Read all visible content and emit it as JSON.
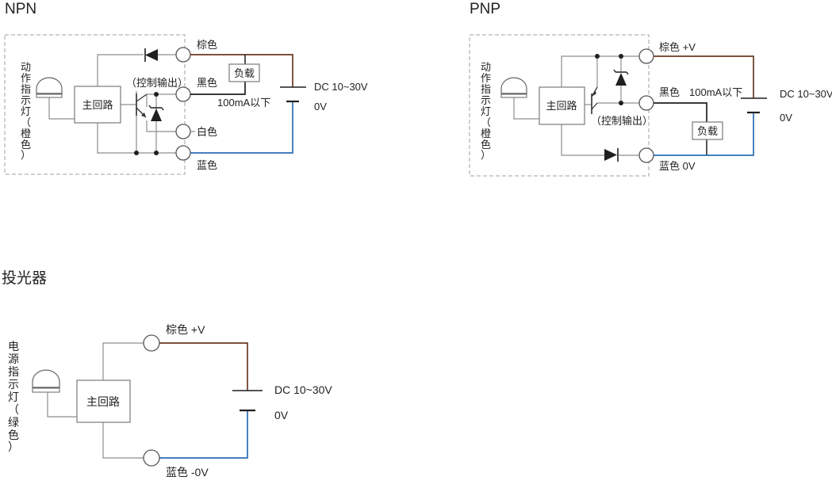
{
  "colors": {
    "brown": "#6b3a24",
    "black": "#1f1f1f",
    "blue": "#2c6db3",
    "gray": "#8e8e8e"
  },
  "npn": {
    "title": "NPN",
    "indicator_label": [
      "动",
      "作",
      "指",
      "示",
      "灯",
      "（",
      "橙",
      "色",
      "）"
    ],
    "main_circuit": "主回路",
    "control_output": "（控制输出）",
    "wire_brown": "棕色",
    "wire_black": "黑色",
    "wire_white": "白色",
    "wire_blue": "蓝色",
    "load": "负载",
    "current": "100mA以下",
    "supply": "DC 10~30V",
    "zero": "0V"
  },
  "pnp": {
    "title": "PNP",
    "indicator_label": [
      "动",
      "作",
      "指",
      "示",
      "灯",
      "（",
      "橙",
      "色",
      "）"
    ],
    "main_circuit": "主回路",
    "control_output": "（控制输出）",
    "wire_brown": "棕色 +V",
    "wire_black": "黑色",
    "current": "100mA以下",
    "load": "负载",
    "wire_blue": "蓝色 0V",
    "supply": "DC 10~30V",
    "zero": "0V"
  },
  "emitter": {
    "title": "投光器",
    "indicator_label": [
      "电",
      "源",
      "指",
      "示",
      "灯",
      "（",
      "绿",
      "色",
      "）"
    ],
    "main_circuit": "主回路",
    "wire_brown": "棕色 +V",
    "wire_blue": "蓝色 -0V",
    "supply": "DC 10~30V",
    "zero": "0V"
  }
}
